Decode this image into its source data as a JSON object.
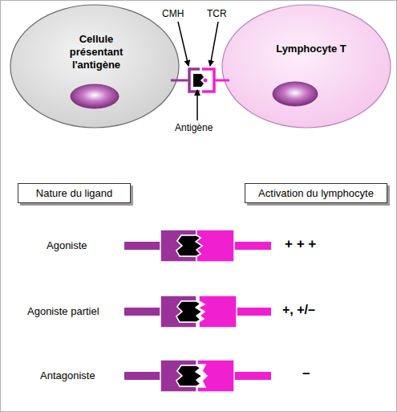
{
  "diagram": {
    "nodes": [
      {
        "text": [
          "Cellule présentant l'antigène"
        ]
      },
      {
        "text": [
          "Lymphocyte T"
        ]
      },
      {
        "text": [
          "Nature du ligand"
        ]
      },
      {
        "text": [
          "Activation du lymphocyte"
        ]
      }
    ],
    "labels": [
      "CMH",
      "TCR",
      "Antigène",
      "Agoniste",
      "+ + +",
      "Agoniste partiel",
      "+, +/–",
      "Antagoniste",
      "–"
    ]
  }
}
